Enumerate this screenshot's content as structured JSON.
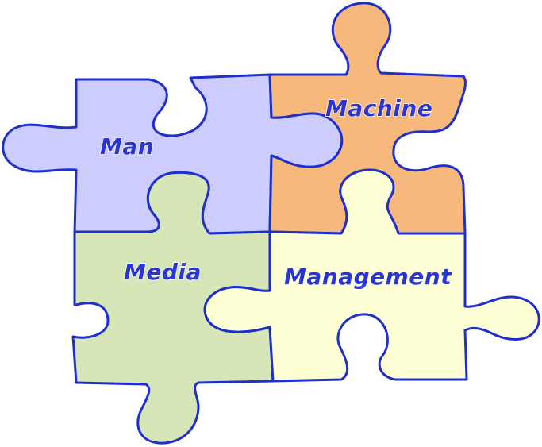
{
  "pieces": {
    "man": {
      "label": "Man",
      "color": "#ccccff"
    },
    "machine": {
      "label": "Machine",
      "color": "#f7b87b"
    },
    "media": {
      "label": "Media",
      "color": "#d7e6b6"
    },
    "management": {
      "label": "Management",
      "color": "#ffffd6"
    }
  },
  "outline_color": "#1f2fcf",
  "label_color": "#2a35d6"
}
